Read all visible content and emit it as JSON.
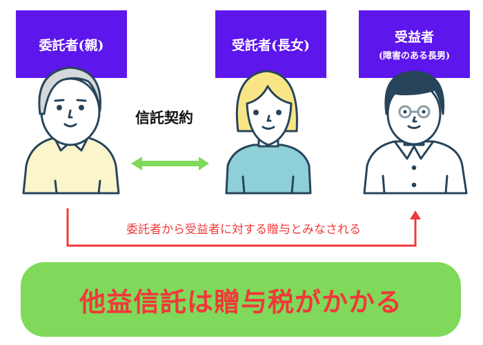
{
  "roles": {
    "settlor": {
      "title": "委託者(親)"
    },
    "trustee": {
      "title": "受託者(長女)"
    },
    "beneficiary": {
      "title": "受益者",
      "subtitle": "(障害のある長男)"
    }
  },
  "contract_label": "信託契約",
  "gift_note": "委託者から受益者に対する贈与とみなされる",
  "conclusion": "他益信託は贈与税がかかる",
  "colors": {
    "role_bg": "#5d16ec",
    "arrow_green": "#80d95a",
    "red": "#f0383a",
    "result_bg": "#80d95a"
  }
}
